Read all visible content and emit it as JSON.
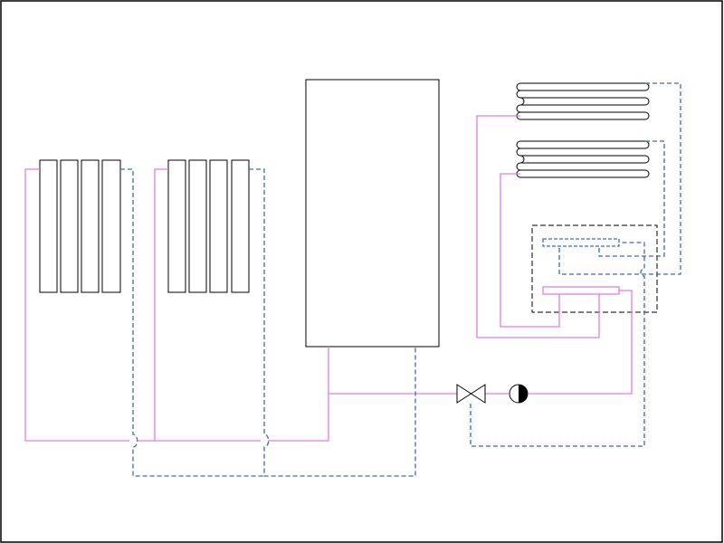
{
  "colors": {
    "background": "#ffffff",
    "frame": "#000000",
    "outline": "#000000",
    "supply": "#e27ee2",
    "return": "#3a6eb5",
    "pump": "#000000"
  },
  "components": {
    "radiators": [
      {
        "id": "radiator-1",
        "sections": 4
      },
      {
        "id": "radiator-2",
        "sections": 4
      }
    ],
    "boiler": {
      "id": "boiler"
    },
    "floor_heating_loops": [
      {
        "id": "floor-loop-1",
        "turns": 3
      },
      {
        "id": "floor-loop-2",
        "turns": 3
      }
    ],
    "manifold": {
      "id": "manifold",
      "bars": 2
    },
    "valve": {
      "id": "valve",
      "type": "two-way"
    },
    "pump": {
      "id": "pump",
      "type": "circulation"
    }
  }
}
